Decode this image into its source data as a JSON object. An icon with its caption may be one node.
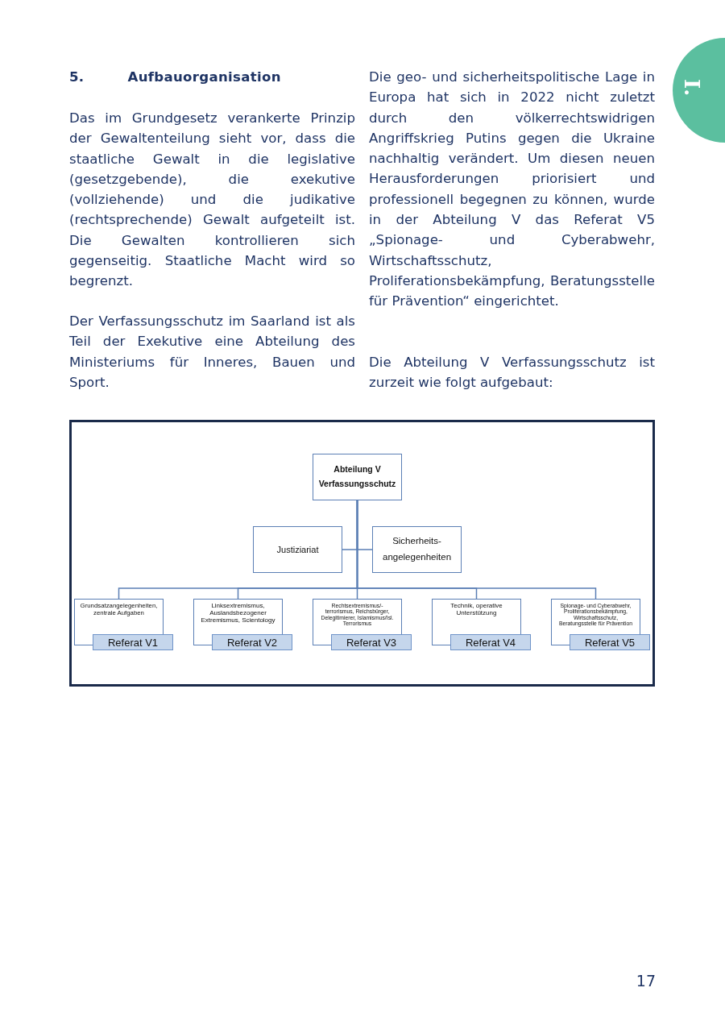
{
  "diagram": {
    "title": "5. Aufbauorganisation",
    "nodes": [
      {
        "text": [
          "Abteilung V Verfassungsschutz"
        ]
      },
      {
        "text": [
          "Justiziariat"
        ]
      },
      {
        "text": [
          "Sicherheits- angelegenheiten"
        ]
      },
      {
        "text": [
          "Grundsatzangelegenheiten, zentrale Aufgaben",
          "Referat V1"
        ]
      },
      {
        "text": [
          "Linksextremismus, Auslandsbezogener Extremismus, Scientology",
          "Referat V2"
        ]
      },
      {
        "text": [
          "Rechtsextremismus/- terrorismus, Reichsbürger, Delegitimierer, Islamismus/Isl. Terrorismus",
          "Referat V3"
        ]
      },
      {
        "text": [
          "Technik, operative Unterstützung",
          "Referat V4"
        ]
      },
      {
        "text": [
          "Spionage- und Cyberabwehr, Proliferationsbekämpfung, Wirtschaftsschutz, Beratungsstelle für Prävention",
          "Referat V5"
        ]
      }
    ],
    "edges": [
      {
        "from": 0,
        "to": 1,
        "arrow": "none"
      },
      {
        "from": 0,
        "to": 2,
        "arrow": "none"
      },
      {
        "from": 0,
        "to": 3,
        "arrow": "none"
      },
      {
        "from": 0,
        "to": 4,
        "arrow": "none"
      },
      {
        "from": 0,
        "to": 5,
        "arrow": "none"
      },
      {
        "from": 0,
        "to": 6,
        "arrow": "none"
      },
      {
        "from": 0,
        "to": 7,
        "arrow": "none"
      }
    ],
    "labels": [
      "I.",
      "Das im Grundgesetz verankerte Prinzip der Gewaltenteilung sieht vor, dass die staatliche Gewalt in die legislative (gesetzgebende), die exekutive (vollziehende) und die judikative (rechtsprechende) Gewalt aufgeteilt ist. Die Gewalten kontrollieren sich gegenseitig. Staatliche Macht wird so begrenzt.",
      "Der Verfassungsschutz im Saarland ist als Teil der Exekutive eine Abteilung des Ministeriums für Inneres, Bauen und Sport.",
      "Die geo- und sicherheitspolitische Lage in Europa hat sich in 2022 nicht zuletzt durch den völkerrechtswidrigen Angriffskrieg Putins gegen die Ukraine nachhaltig verändert. Um diesen neuen Herausforderungen priorisiert und professionell begegnen zu können, wurde in der Abteilung V das Referat V5 „Spionage- und Cyberabwehr, Wirtschaftsschutz, Proliferationsbekämpfung, Beratungsstelle für Prävention“ eingerichtet.",
      "Die Abteilung V Verfassungsschutz ist zurzeit wie folgt aufgebaut:",
      "17"
    ]
  }
}
